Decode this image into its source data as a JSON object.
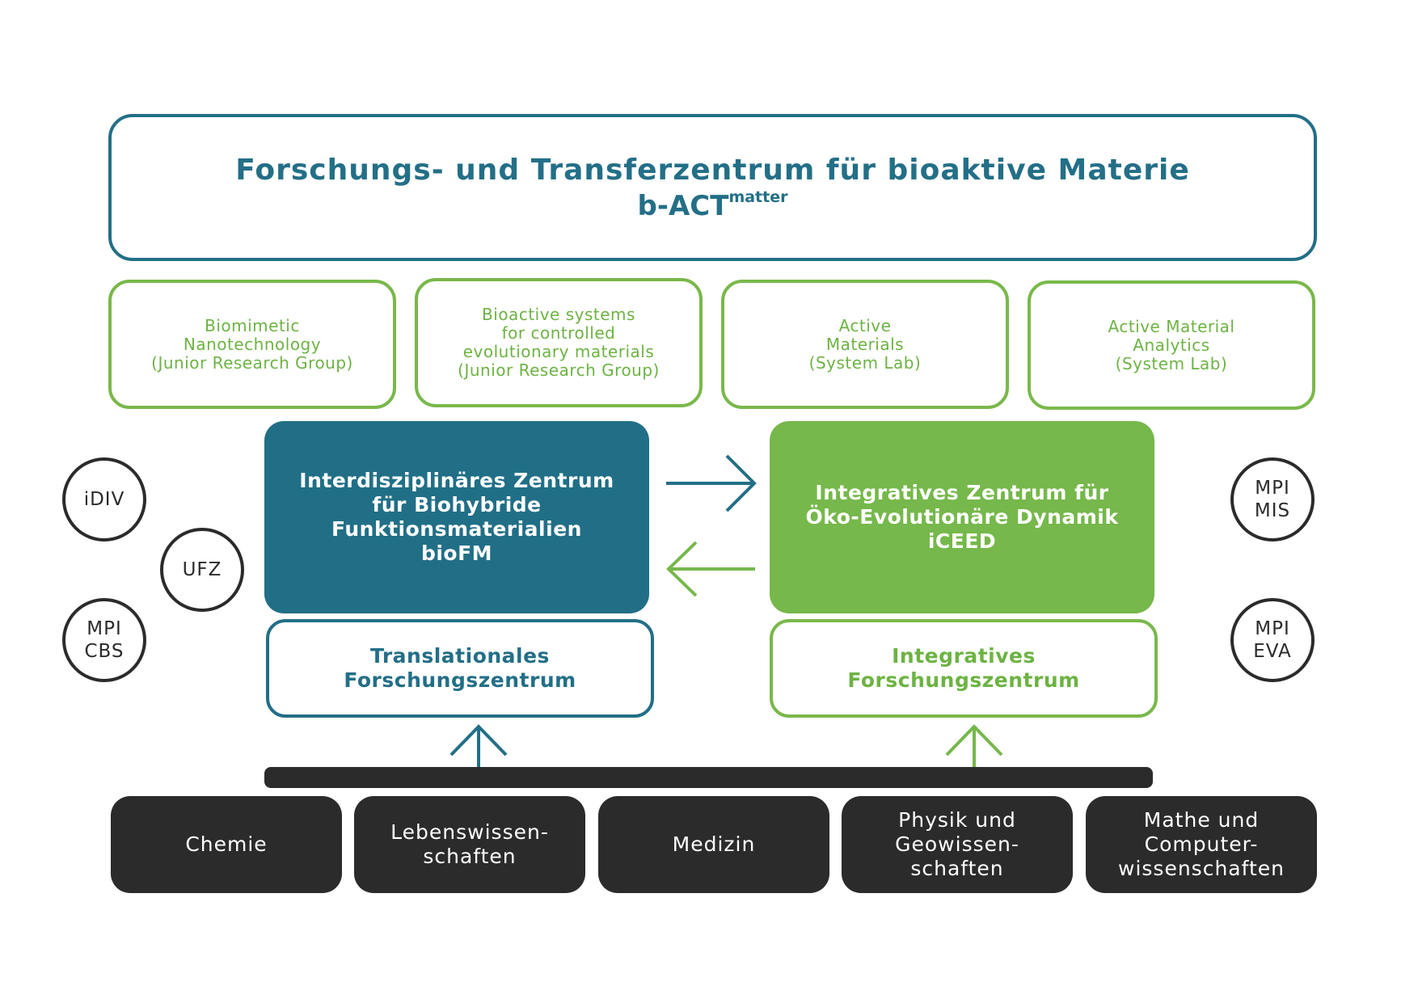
{
  "title": {
    "main": "Forschungs- und Transferzentrum für bioaktive Materie",
    "sub": "b-ACT",
    "sub_sup": "matter"
  },
  "groups": [
    {
      "lines": [
        "Biomimetic",
        "Nanotechnology",
        "(Junior Research Group)"
      ]
    },
    {
      "lines": [
        "Bioactive systems",
        "for controlled",
        "evolutionary materials",
        "(Junior Research Group)"
      ]
    },
    {
      "lines": [
        "Active",
        "Materials",
        "(System Lab)"
      ]
    },
    {
      "lines": [
        "Active Material",
        "Analytics",
        "(System Lab)"
      ]
    }
  ],
  "centers": {
    "biofm": {
      "lines": [
        "Interdisziplinäres Zentrum",
        "für Biohybride",
        "Funktionsmaterialien",
        "bioFM"
      ]
    },
    "iceed": {
      "lines": [
        "Integratives Zentrum für",
        "Öko-Evolutionäre Dynamik",
        "iCEED"
      ]
    }
  },
  "research": {
    "translational": {
      "lines": [
        "Translationales",
        "Forschungszentrum"
      ]
    },
    "integrative": {
      "lines": [
        "Integratives",
        "Forschungszentrum"
      ]
    }
  },
  "partners_left": [
    {
      "lines": [
        "iDIV"
      ]
    },
    {
      "lines": [
        "UFZ"
      ]
    },
    {
      "lines": [
        "MPI",
        "CBS"
      ]
    }
  ],
  "partners_right": [
    {
      "lines": [
        "MPI",
        "MIS"
      ]
    },
    {
      "lines": [
        "MPI",
        "EVA"
      ]
    }
  ],
  "disciplines": [
    {
      "lines": [
        "Chemie"
      ]
    },
    {
      "lines": [
        "Lebenswissen-",
        "schaften"
      ]
    },
    {
      "lines": [
        "Medizin"
      ]
    },
    {
      "lines": [
        "Physik und",
        "Geowissen-",
        "schaften"
      ]
    },
    {
      "lines": [
        "Mathe und",
        "Computer-",
        "wissenschaften"
      ]
    }
  ],
  "colors": {
    "teal": "#236f87",
    "green": "#76b84b",
    "dark": "#2b2b2b"
  }
}
